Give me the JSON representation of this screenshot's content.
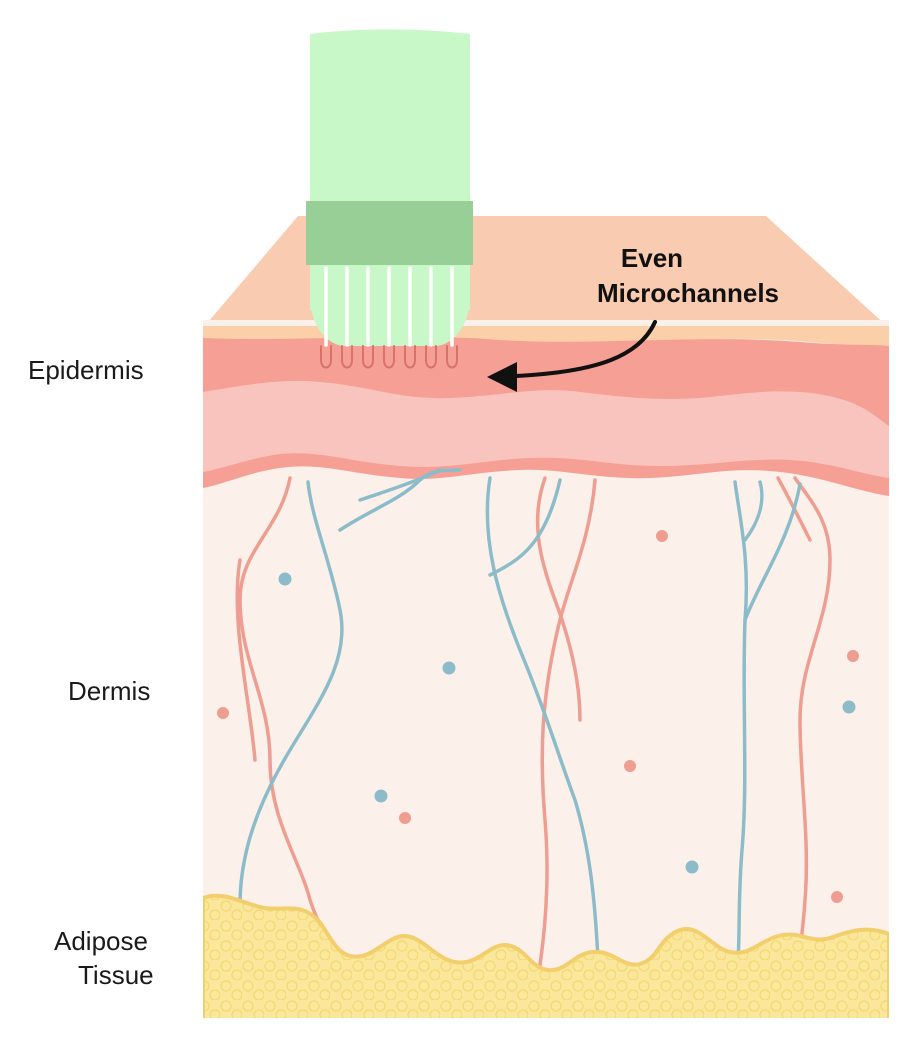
{
  "labels": {
    "epidermis": "Epidermis",
    "dermis": "Dermis",
    "adipose_line1": "Adipose",
    "adipose_line2": "Tissue"
  },
  "callout": {
    "line1": "Even",
    "line2": "Microchannels"
  },
  "colors": {
    "device_body": "#c8f7c8",
    "device_band": "#97cf97",
    "skin_top": "#f9cbb0",
    "epidermis_dark": "#f6a095",
    "epidermis_light": "#f9c4bd",
    "dermis": "#fcf1ea",
    "adipose": "#fbe79b",
    "vessel_red": "#ee9d91",
    "vessel_blue": "#8cbcc9"
  },
  "icons": {
    "device": "microneedling-device-icon",
    "arrow": "curved-arrow-icon"
  }
}
